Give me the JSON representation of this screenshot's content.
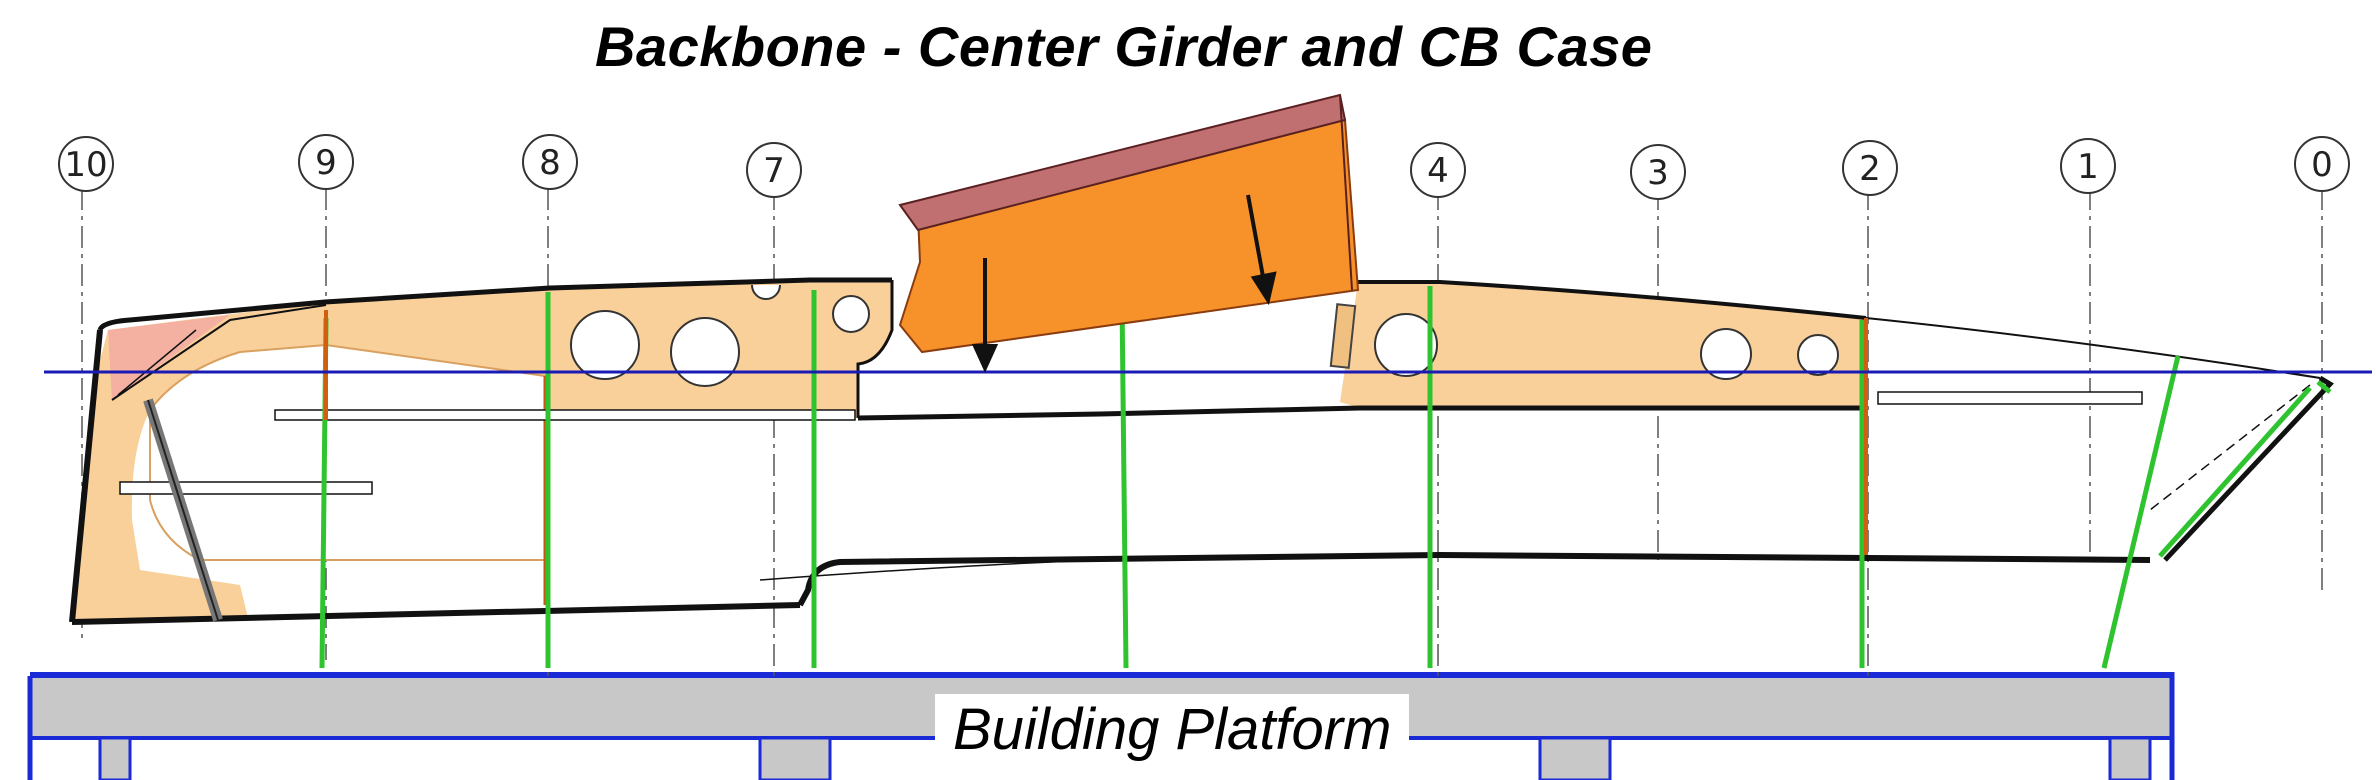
{
  "title": "Backbone - Center Girder and CB Case",
  "platform_label": "Building Platform",
  "stations": [
    "10",
    "9",
    "8",
    "7",
    "4",
    "3",
    "2",
    "1",
    "0"
  ],
  "colors": {
    "girder_fill": "#f9cf9a",
    "cb_case_body": "#f7922a",
    "cb_case_top": "#c07070",
    "waterline": "#1a1ab4",
    "frame_green": "#2fc42f",
    "platform_gray": "#c8c8c8",
    "platform_outline": "#1a2ad6",
    "outline": "#111111"
  }
}
